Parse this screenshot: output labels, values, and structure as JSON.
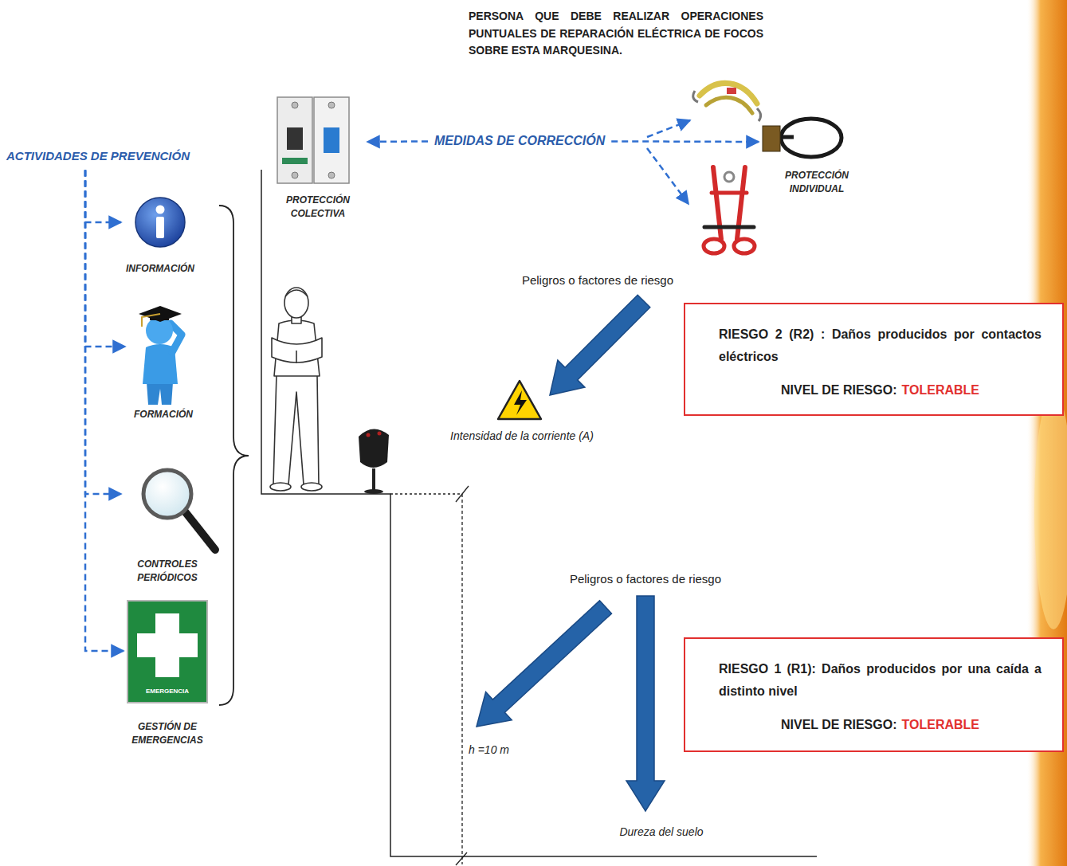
{
  "diagram": {
    "title": "PERSONA QUE DEBE REALIZAR OPERACIONES PUNTUALES DE REPARACIÓN ELÉCTRICA DE FOCOS SOBRE ESTA MARQUESINA.",
    "nodes": [
      {
        "text": [
          "ACTIVIDADES DE PREVENCIÓN"
        ]
      },
      {
        "text": [
          "INFORMACIÓN"
        ]
      },
      {
        "text": [
          "FORMACIÓN"
        ]
      },
      {
        "text": [
          "CONTROLES PERIÓDICOS"
        ]
      },
      {
        "text": [
          "EMERGENCIA",
          "GESTIÓN DE EMERGENCIAS"
        ]
      },
      {
        "text": [
          "MEDIDAS DE CORRECCIÓN"
        ]
      },
      {
        "text": [
          "PROTECCIÓN COLECTIVA"
        ]
      },
      {
        "text": [
          "PROTECCIÓN INDIVIDUAL"
        ]
      },
      {
        "text": [
          "RIESGO 2 (R2) : Daños producidos por contactos eléctricos",
          "NIVEL DE RIESGO:",
          "TOLERABLE"
        ]
      },
      {
        "text": [
          "RIESGO 1 (R1): Daños producidos por una caída a distinto nivel",
          "NIVEL DE RIESGO:",
          "TOLERABLE"
        ]
      }
    ],
    "edges": [
      {
        "from": 0,
        "to": 1,
        "arrow": "to"
      },
      {
        "from": 0,
        "to": 2,
        "arrow": "to"
      },
      {
        "from": 0,
        "to": 3,
        "arrow": "to"
      },
      {
        "from": 0,
        "to": 4,
        "arrow": "to"
      },
      {
        "from": 5,
        "to": 6,
        "arrow": "to"
      },
      {
        "from": 5,
        "to": 7,
        "arrow": "to"
      }
    ],
    "labels": [
      "Peligros o factores de riesgo",
      "Intensidad de la corriente (A)",
      "Peligros o factores de riesgo",
      "h =10 m",
      "Dureza del suelo"
    ]
  }
}
